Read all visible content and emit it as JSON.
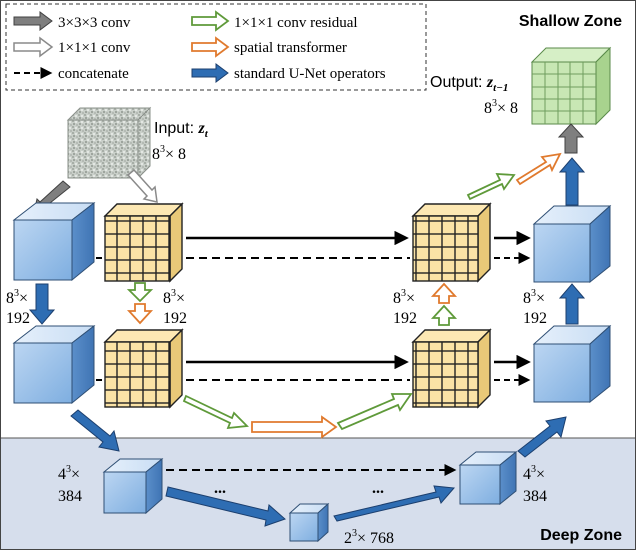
{
  "zones": {
    "shallow": "Shallow Zone",
    "deep": "Deep Zone"
  },
  "legend": {
    "conv333": "3×3×3 conv",
    "conv111": "1×1×1 conv",
    "concat": "concatenate",
    "residual": "1×1×1 conv residual",
    "spatial": "spatial transformer",
    "unet": "standard U-Net operators"
  },
  "input": {
    "label": "Input: ",
    "symbol": "z",
    "subscript": "t",
    "size_base": "8",
    "size_exp": "3",
    "size_rest": "× 8"
  },
  "output": {
    "label": "Output: ",
    "symbol": "z",
    "subscript": "t−1",
    "size_base": "8",
    "size_exp": "3",
    "size_rest": "× 8"
  },
  "dims": {
    "shallow_base": "8",
    "shallow_exp": "3",
    "shallow_times": "×",
    "shallow_channels": "192",
    "mid_base": "4",
    "mid_exp": "3",
    "mid_times": "×",
    "mid_channels": "384",
    "deep_base": "2",
    "deep_exp": "3",
    "deep_rest": "× 768"
  },
  "ellipsis": "..."
}
